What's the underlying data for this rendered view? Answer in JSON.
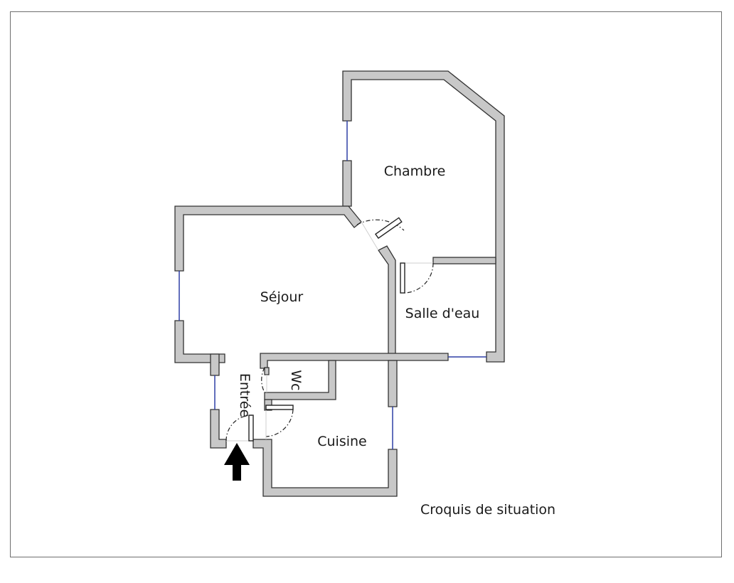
{
  "rooms": {
    "chambre": "Chambre",
    "sejour": "Séjour",
    "salle_deau": "Salle d'eau",
    "wc": "Wc",
    "entree": "Entrée",
    "cuisine": "Cuisine"
  },
  "caption": "Croquis de situation",
  "icons": {
    "entrance": "arrow-up-icon"
  },
  "colors": {
    "wall_fill": "#c8c8c8",
    "wall_outline": "#333333",
    "window": "#2e3fa6"
  }
}
